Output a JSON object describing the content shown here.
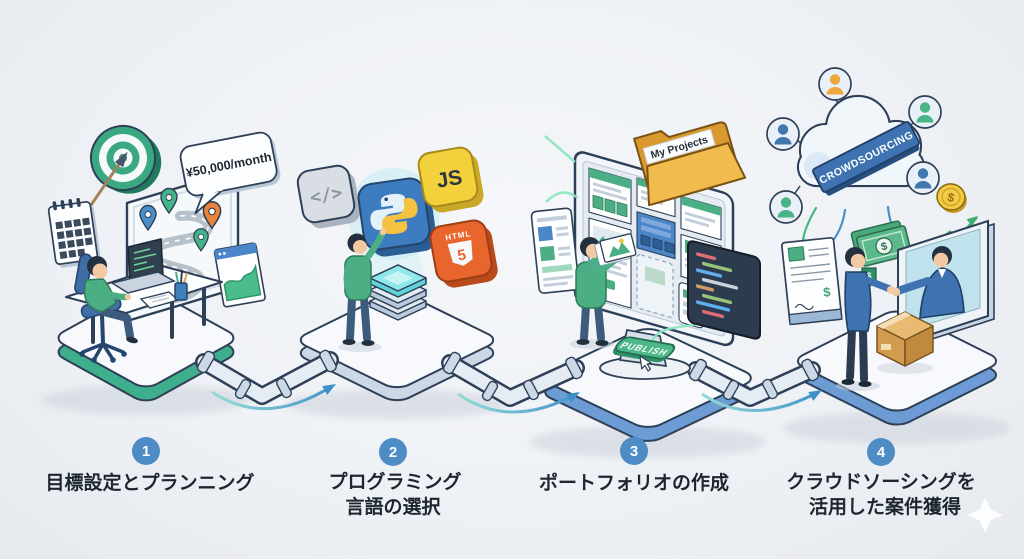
{
  "canvas": {
    "background": "#eef1f5"
  },
  "palette": {
    "outline": "#2e4057",
    "step_circle_blue": "#4d8cc4",
    "label_text": "#1d2630",
    "platform_green": "#3fae8c",
    "platform_blue": "#6d9bd4",
    "accent_teal": "#7fd4cf",
    "python_blue": "#3d7cbf",
    "js_yellow": "#f2d13c",
    "html_orange": "#e8652e",
    "folder_yellow": "#f2bb4e",
    "banner_blue": "#3e72b0",
    "money_green": "#4cae85",
    "coin_gold": "#f4ca45"
  },
  "scene1": {
    "bubble_text": "¥50,000/month"
  },
  "scene2": {
    "code_glyph": "</>",
    "js_label": "JS",
    "html_label": "HTML",
    "html_version": "5"
  },
  "scene3": {
    "folder_label": "My Projects",
    "publish_label": "PUBLISH"
  },
  "scene4": {
    "cloud_label": "CROWDSOURCING",
    "coin_symbol": "$",
    "bill_symbol": "$",
    "contract_symbol": "$",
    "tag_symbol": "$"
  },
  "steps": [
    {
      "number": "1",
      "line1": "目標設定とプランニング",
      "line2": ""
    },
    {
      "number": "2",
      "line1": "プログラミング",
      "line2": "言語の選択"
    },
    {
      "number": "3",
      "line1": "ポートフォリオの作成",
      "line2": ""
    },
    {
      "number": "4",
      "line1": "クラウドソーシングを",
      "line2": "活用した案件獲得"
    }
  ]
}
